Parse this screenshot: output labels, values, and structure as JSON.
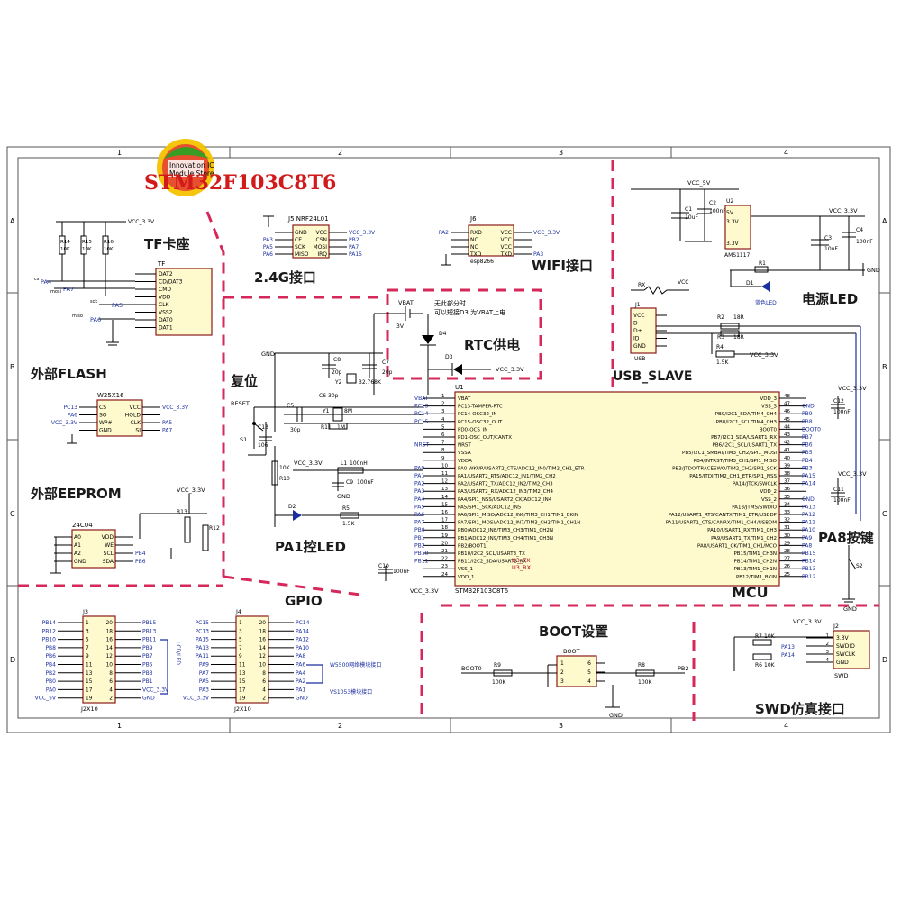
{
  "title": "STM32F103C8T6",
  "logo": {
    "line1": "Innovation IC",
    "line2": "Module Store"
  },
  "ruler": {
    "cols": [
      "1",
      "2",
      "3",
      "4"
    ],
    "rows": [
      "A",
      "B",
      "C",
      "D"
    ]
  },
  "sections": {
    "tf": "TF卡座",
    "rf": "2.4G接口",
    "wifi": "WIFI接口",
    "power_led": "电源LED",
    "usb": "USB_SLAVE",
    "rtc": "RTC供电",
    "flash": "外部FLASH",
    "reset": "复位",
    "eeprom": "外部EEPROM",
    "pa1_led": "PA1控LED",
    "pa8_key": "PA8按键",
    "mcu": "MCU",
    "gpio": "GPIO",
    "boot": "BOOT设置",
    "swd": "SWD仿真接口"
  },
  "rtc_note": {
    "vbat": "VBAT",
    "v3": "3V",
    "line1": "无此部分时",
    "line2": "可以短接D3 为VBAT上电"
  },
  "power": {
    "vcc33": "VCC_3.3V",
    "vcc5": "VCC_5V",
    "gnd": "GND",
    "vcc": "VCC"
  },
  "mcu": {
    "ref": "U1",
    "part": "STM32F103C8T6",
    "left_pins": [
      {
        "num": "1",
        "name": "VBAT"
      },
      {
        "num": "2",
        "name": "PC13-TAMPER-RTC"
      },
      {
        "num": "3",
        "name": "PC14-OSC32_IN"
      },
      {
        "num": "4",
        "name": "PC15-OSC32_OUT"
      },
      {
        "num": "5",
        "name": "PD0-OCS_IN"
      },
      {
        "num": "6",
        "name": "PD1-OSC_OUT/CANTX"
      },
      {
        "num": "7",
        "name": "NRST"
      },
      {
        "num": "8",
        "name": "VSSA"
      },
      {
        "num": "9",
        "name": "VDDA"
      },
      {
        "num": "10",
        "name": "PA0-WKUP/USART2_CTS/ADC12_IN0/TIM2_CH1_ETR"
      },
      {
        "num": "11",
        "name": "PA1/USART2_RTS/ADC12_IN1/TIM2_CH2"
      },
      {
        "num": "12",
        "name": "PA2/USART2_TX/ADC12_IN2/TIM2_CH3"
      },
      {
        "num": "13",
        "name": "PA3/USART2_RX/ADC12_IN3/TIM2_CH4"
      },
      {
        "num": "14",
        "name": "PA4/SPI1_NSS/USART2_CK/ADC12_IN4"
      },
      {
        "num": "15",
        "name": "PA5/SPI1_SCK/ADC12_IN5"
      },
      {
        "num": "16",
        "name": "PA6/SPI1_MISO/ADC12_IN6/TIM3_CH1/TIM1_BKIN"
      },
      {
        "num": "17",
        "name": "PA7/SPI1_MOSI/ADC12_IN7/TIM3_CH2/TIM1_CH1N"
      },
      {
        "num": "18",
        "name": "PB0/ADC12_IN8/TIM3_CH3/TIM1_CH2N"
      },
      {
        "num": "19",
        "name": "PB1/ADC12_IN9/TIM3_CH4/TIM1_CH3N"
      },
      {
        "num": "20",
        "name": "PB2/BOOT1"
      },
      {
        "num": "21",
        "name": "PB10/I2C2_SCL/USART3_TX"
      },
      {
        "num": "22",
        "name": "PB11/I2C2_SDA/USART3_RX"
      },
      {
        "num": "23",
        "name": "VSS_1"
      },
      {
        "num": "24",
        "name": "VDD_1"
      }
    ],
    "right_pins": [
      {
        "num": "48",
        "name": "VDD_3"
      },
      {
        "num": "47",
        "name": "VSS_3"
      },
      {
        "num": "46",
        "name": "PB9/I2C1_SDA/TIM4_CH4"
      },
      {
        "num": "45",
        "name": "PB8/I2C1_SCL/TIM4_CH3"
      },
      {
        "num": "44",
        "name": "BOOT0"
      },
      {
        "num": "43",
        "name": "PB7/I2C1_SDA/USART1_RX"
      },
      {
        "num": "42",
        "name": "PB6/I2C1_SCL/USART1_TX"
      },
      {
        "num": "41",
        "name": "PB5/I2C1_SMBAl/TIM3_CH2/SPI1_MOSI"
      },
      {
        "num": "40",
        "name": "PB4/JNTRST/TIM3_CH1/SPI1_MISO"
      },
      {
        "num": "39",
        "name": "PB3/JTDO/TRACESWO/TIM2_CH2/SPI1_SCK"
      },
      {
        "num": "38",
        "name": "PA15/JTDI/TIM2_CH1_ETR/SPI1_NSS"
      },
      {
        "num": "37",
        "name": "PA14/JTCK/SWCLK"
      },
      {
        "num": "36",
        "name": "VDD_2"
      },
      {
        "num": "35",
        "name": "VSS_2"
      },
      {
        "num": "34",
        "name": "PA13/JTMS/SWDIO"
      },
      {
        "num": "33",
        "name": "PA12/USART1_RTS/CANTX/TIM1_ETR/USBDP"
      },
      {
        "num": "32",
        "name": "PA11/USART1_CTS/CANRX/TIM1_CH4/USBDM"
      },
      {
        "num": "31",
        "name": "PA10/USART1_RX/TIM1_CH3"
      },
      {
        "num": "30",
        "name": "PA9/USART1_TX/TIM1_CH2"
      },
      {
        "num": "29",
        "name": "PA8/USART1_CK/TIM1_CH1/MCO"
      },
      {
        "num": "28",
        "name": "PB15/TIM1_CH3N"
      },
      {
        "num": "27",
        "name": "PB14/TIM1_CH2N"
      },
      {
        "num": "26",
        "name": "PB13/TIM1_CH1N"
      },
      {
        "num": "25",
        "name": "PB12/TIM1_BKIN"
      }
    ],
    "left_nets": [
      "VBAT",
      "PC13",
      "PC14",
      "PC15",
      "",
      "",
      "NRST",
      "",
      "",
      "PA0",
      "PA1",
      "PA2",
      "PA3",
      "PA4",
      "PA5",
      "PA6",
      "PA7",
      "PB0",
      "PB1",
      "PB2",
      "PB10",
      "PB11",
      "",
      ""
    ],
    "right_nets": [
      "",
      "GND",
      "PB9",
      "PB8",
      "BOOT0",
      "PB7",
      "PB6",
      "PB5",
      "PB4",
      "PB3",
      "PA15",
      "PA14",
      "",
      "GND",
      "PA13",
      "PA12",
      "PA11",
      "PA10",
      "PA9",
      "PA8",
      "PB15",
      "PB14",
      "PB13",
      "PB12"
    ],
    "uart_tx": "U3_TX",
    "uart_rx": "U3_RX"
  },
  "tf": {
    "ref": "TF",
    "pins": [
      "DAT2",
      "CD/DAT3",
      "CMD",
      "VDD",
      "CLK",
      "VSS2",
      "DAT0",
      "DAT1"
    ],
    "resistors": [
      {
        "ref": "R14",
        "val": "10K"
      },
      {
        "ref": "R15",
        "val": "10K"
      },
      {
        "ref": "R16",
        "val": "10K"
      }
    ],
    "nets": [
      "PA4",
      "PA7",
      "PA5",
      "PA6"
    ],
    "sig": [
      "cs",
      "mosi",
      "sck",
      "miso"
    ]
  },
  "nrf": {
    "ref": "J5 NRF24L01",
    "left": [
      "GND",
      "CE",
      "SCK",
      "MISO"
    ],
    "right": [
      "VCC",
      "CSN",
      "MOSI",
      "IRQ"
    ],
    "lnets": [
      "",
      "PA3",
      "PA5",
      "PA6"
    ],
    "rnets": [
      "VCC_3.3V",
      "PB2",
      "PA7",
      "PA15"
    ]
  },
  "esp": {
    "ref": "J6",
    "part": "esp8266",
    "left": [
      "RXD",
      "NC",
      "NC",
      "TXD"
    ],
    "right": [
      "VCC",
      "VCC",
      "VCC",
      "TXD"
    ],
    "lnets": [
      "PA2",
      "",
      "",
      ""
    ],
    "rnets": [
      "VCC_3.3V",
      "",
      "",
      "PA3"
    ]
  },
  "flash": {
    "ref": "W25X16",
    "left": [
      "CS",
      "SO",
      "WP#",
      "GND"
    ],
    "right": [
      "VCC",
      "HOLD",
      "CLK",
      "SI"
    ],
    "lnets": [
      "PC13",
      "PA6",
      "VCC_3.3V",
      ""
    ],
    "rnets": [
      "VCC_3.3V",
      "",
      "PA5",
      "PA7"
    ]
  },
  "eeprom": {
    "ref": "24C04",
    "left": [
      "A0",
      "A1",
      "A2",
      "GND"
    ],
    "right": [
      "VDD",
      "WE",
      "SCL",
      "SDA"
    ],
    "rnets": [
      "",
      "",
      "PB4",
      "PB6"
    ],
    "r13": "R13",
    "r12": "R12"
  },
  "power_block": {
    "c1": "C1",
    "c1v": "10uF",
    "c2": "C2",
    "c2v": "100nF",
    "u2": "U2",
    "u2part": "AMS1117",
    "in": "5V",
    "out": "3.3V",
    "c3": "C3",
    "c3v": "10uF",
    "c4": "C4",
    "c4v": "100nF",
    "r1": "R1",
    "d1": "D1",
    "led": "蓝色LED"
  },
  "usb_block": {
    "j1": "J1",
    "pins": [
      "VCC",
      "D-",
      "D+",
      "ID",
      "GND"
    ],
    "label": "USB",
    "rx": "RX",
    "r2": "R2",
    "r2v": "18R",
    "r3": "R3",
    "r3v": "18R",
    "r4": "R4",
    "r4v": "1.5K"
  },
  "osc": {
    "c8": "C8",
    "c8v": "20p",
    "c7": "C7",
    "c7v": "20p",
    "y2": "Y2",
    "y2v": "32.768K",
    "c5": "C5",
    "c5v": "30p",
    "c6": "C6",
    "c6v": "30p",
    "y1": "Y1",
    "y1v": "8M",
    "r11": "R11",
    "r11v": "1M",
    "d4": "D4",
    "d3": "D3"
  },
  "reset_block": {
    "reset": "RESET",
    "s1": "S1",
    "c13": "C13",
    "c13v": "106",
    "r10": "R10",
    "r10v": "10K",
    "l1": "L1",
    "l1v": "100nH",
    "c9": "C9",
    "c9v": "100nF",
    "d2": "D2",
    "r5": "R5",
    "r5v": "1.5K",
    "c10": "C10",
    "c10v": "100nF",
    "c12": "C12",
    "c12v": "100nF",
    "c11": "C11",
    "c11v": "100nF"
  },
  "j3": {
    "ref": "J3",
    "part": "J2X10",
    "left": [
      "PB14",
      "PB12",
      "PB10",
      "PB8",
      "PB6",
      "PB4",
      "PB2",
      "PB0",
      "PA0",
      "VCC_5V"
    ],
    "lnum": [
      "1",
      "3",
      "5",
      "7",
      "9",
      "11",
      "13",
      "15",
      "17",
      "19"
    ],
    "rnum": [
      "20",
      "18",
      "16",
      "14",
      "12",
      "10",
      "8",
      "6",
      "4",
      "2"
    ],
    "right": [
      "PB15",
      "PB13",
      "PB11",
      "PB9",
      "PB7",
      "PB5",
      "PB3",
      "PB1",
      "VCC_3.3V",
      "GND"
    ],
    "side": "LCD/LED"
  },
  "j4": {
    "ref": "J4",
    "part": "J2X10",
    "left": [
      "PC15",
      "PC13",
      "PA15",
      "PA13",
      "PA11",
      "PA9",
      "PA7",
      "PA5",
      "PA3",
      "VCC_3.3V"
    ],
    "lnum": [
      "1",
      "3",
      "5",
      "7",
      "9",
      "11",
      "13",
      "15",
      "17",
      "19"
    ],
    "rnum": [
      "20",
      "18",
      "16",
      "14",
      "12",
      "10",
      "8",
      "6",
      "4",
      "2"
    ],
    "right": [
      "PC14",
      "PA14",
      "PA12",
      "PA10",
      "PA8",
      "PA6",
      "PA4",
      "PA2",
      "PA1",
      "GND"
    ],
    "w5500": "W5500网络模块接口",
    "vs1053": "VS1053模块接口"
  },
  "boot_block": {
    "ref": "BOOT",
    "r9": "R9",
    "r9v": "100K",
    "r8": "R8",
    "r8v": "100K",
    "boot0": "BOOT0",
    "pb2": "PB2",
    "pins_l": [
      "1",
      "2",
      "3"
    ],
    "pins_r": [
      "6",
      "5",
      "4"
    ]
  },
  "swd_block": {
    "ref": "J2",
    "pins": [
      "3.3V",
      "SWDIO",
      "SWCLK",
      "GND"
    ],
    "label": "SWD",
    "r7": "R7",
    "r7v": "10K",
    "r6": "R6",
    "r6v": "10K",
    "nets": [
      "PA13",
      "PA14"
    ],
    "nums": [
      "1",
      "2",
      "3",
      "4"
    ]
  },
  "s2": "S2",
  "colors": {
    "heading": "#1a1a1a",
    "accent_dash": "#d6285a",
    "part_fill": "#fffacd",
    "part_stroke": "#8b1a1a",
    "title_red": "#d11a1a",
    "net_blue": "#1b2fa0"
  }
}
